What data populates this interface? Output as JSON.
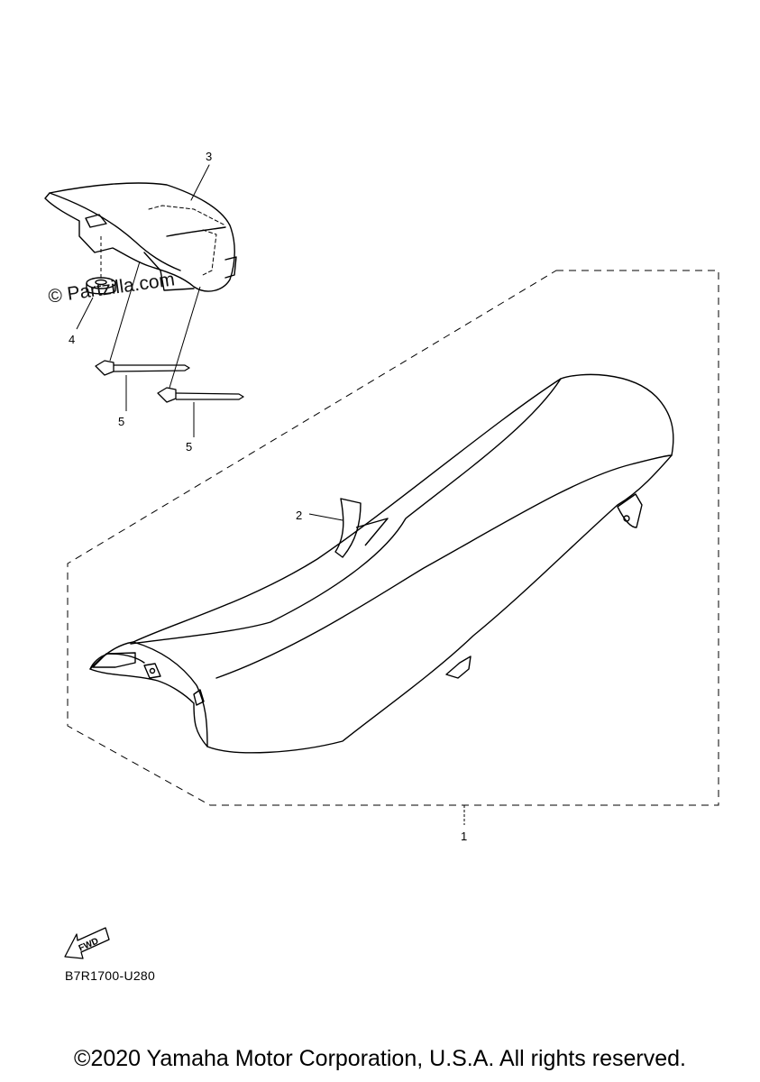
{
  "diagram": {
    "callouts": [
      {
        "id": "1",
        "label": "1"
      },
      {
        "id": "2",
        "label": "2"
      },
      {
        "id": "3",
        "label": "3"
      },
      {
        "id": "4",
        "label": "4"
      },
      {
        "id": "5a",
        "label": "5"
      },
      {
        "id": "5b",
        "label": "5"
      }
    ],
    "fwd_label": "FWD",
    "watermark": "© Partzilla.com",
    "part_code": "B7R1700-U280",
    "copyright": "©2020 Yamaha Motor Corporation, U.S.A. All rights reserved."
  }
}
